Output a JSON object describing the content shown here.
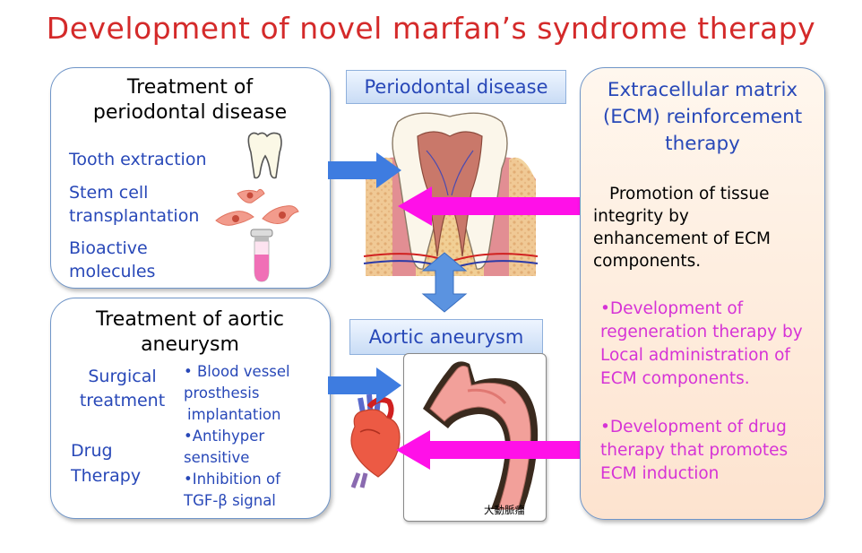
{
  "title": "Development of novel marfan’s syndrome therapy",
  "periodontal_panel": {
    "title": "Treatment of periodontal disease",
    "items": [
      "Tooth extraction",
      "Stem cell transplantation",
      "Bioactive molecules"
    ]
  },
  "aortic_panel": {
    "title": "Treatment of aortic aneurysm",
    "surgical_label": "Surgical treatment",
    "surgical_details": [
      "• Blood vessel",
      "prosthesis",
      "implantation"
    ],
    "drug_label": "Drug Therapy",
    "drug_details": [
      "•Antihyper",
      "sensitive",
      "•Inhibition of",
      "TGF-β signal"
    ]
  },
  "labels": {
    "periodontal_disease": "Periodontal disease",
    "aortic_aneurysm": "Aortic aneurysm",
    "image_caption": "大動脈瘤"
  },
  "ecm_panel": {
    "title": "Extracellular matrix (ECM) reinforcement therapy",
    "description": "Promotion of tissue integrity by enhancement of ECM components.",
    "points": [
      "•Development of regeneration therapy by Local administration of ECM components.",
      "•Development of drug therapy that promotes ECM induction"
    ]
  },
  "colors": {
    "title_red": "#d42a2a",
    "text_blue": "#2848b8",
    "magenta": "#d633d6",
    "arrow_blue": "#3e7ce0",
    "arrow_magenta": "#ff10e8"
  }
}
